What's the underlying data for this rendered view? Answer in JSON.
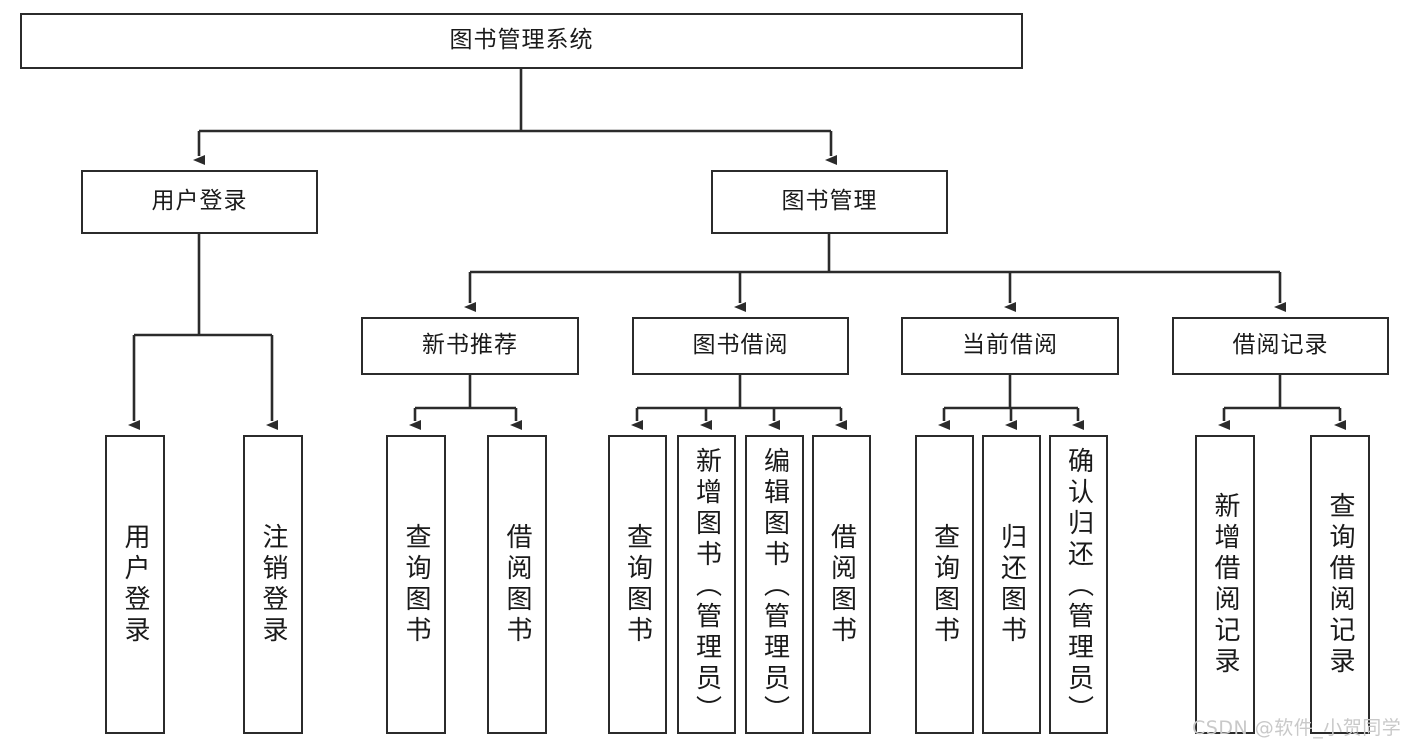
{
  "diagram": {
    "type": "tree-hierarchy-flowchart",
    "title": "图书管理系统",
    "colors": {
      "background": "#ffffff",
      "box_border": "#2b2b2b",
      "box_fill": "#ffffff",
      "connector": "#2b2b2b",
      "text": "#1a1a1a",
      "watermark": "#c9c9c9"
    },
    "root": {
      "id": "root",
      "label": "图书管理系统"
    },
    "level2": [
      {
        "id": "user-login",
        "label": "用户登录"
      },
      {
        "id": "book-manage",
        "label": "图书管理"
      }
    ],
    "level3": [
      {
        "id": "new-book-recommend",
        "label": "新书推荐"
      },
      {
        "id": "book-borrow",
        "label": "图书借阅"
      },
      {
        "id": "current-borrow",
        "label": "当前借阅"
      },
      {
        "id": "borrow-record",
        "label": "借阅记录"
      }
    ],
    "leaves": {
      "user_login": [
        {
          "id": "leaf-user-login",
          "label": "用户登录"
        },
        {
          "id": "leaf-logout-login",
          "label": "注销登录"
        }
      ],
      "new_book_recommend": [
        {
          "id": "leaf-query-book-1",
          "label": "查询图书"
        },
        {
          "id": "leaf-borrow-book-1",
          "label": "借阅图书"
        }
      ],
      "book_borrow": [
        {
          "id": "leaf-query-book-2",
          "label": "查询图书"
        },
        {
          "id": "leaf-add-book",
          "label": "新增图书（管理员）"
        },
        {
          "id": "leaf-edit-book",
          "label": "编辑图书（管理员）"
        },
        {
          "id": "leaf-borrow-book-2",
          "label": "借阅图书"
        }
      ],
      "current_borrow": [
        {
          "id": "leaf-query-book-3",
          "label": "查询图书"
        },
        {
          "id": "leaf-return-book",
          "label": "归还图书"
        },
        {
          "id": "leaf-confirm-return",
          "label": "确认归还（管理员）"
        }
      ],
      "borrow_record": [
        {
          "id": "leaf-add-record",
          "label": "新增借阅记录"
        },
        {
          "id": "leaf-query-record",
          "label": "查询借阅记录"
        }
      ]
    }
  },
  "watermark": {
    "text": "CSDN @软件_小贺同学"
  }
}
